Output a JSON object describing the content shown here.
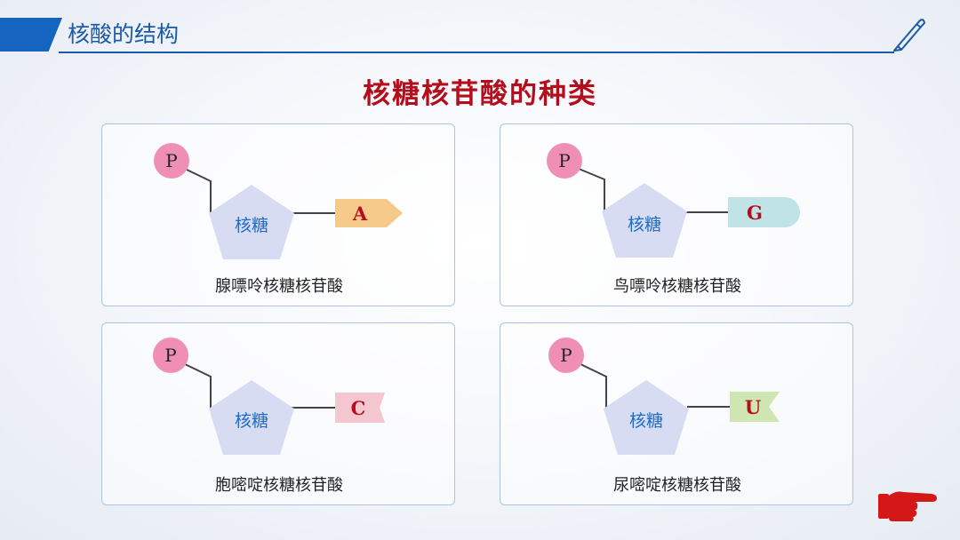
{
  "header": {
    "section_title": "核酸的结构"
  },
  "page_title": "核糖核苷酸的种类",
  "colors": {
    "header_blue": "#1565c0",
    "title_red": "#b40e1c",
    "phosphate_pink": "#ef8fb6",
    "sugar_lavender": "#d8dcf2",
    "base_A": "#f5c98a",
    "base_G": "#bfe3e6",
    "base_C": "#f4c6cf",
    "base_U": "#cfe5b2"
  },
  "cards": [
    {
      "phosphate": "P",
      "sugar": "核糖",
      "base": "A",
      "base_shape": "arrow",
      "name": "腺嘌呤核糖核苷酸"
    },
    {
      "phosphate": "P",
      "sugar": "核糖",
      "base": "G",
      "base_shape": "rounded",
      "name": "鸟嘌呤核糖核苷酸"
    },
    {
      "phosphate": "P",
      "sugar": "核糖",
      "base": "C",
      "base_shape": "notch",
      "name": "胞嘧啶核糖核苷酸"
    },
    {
      "phosphate": "P",
      "sugar": "核糖",
      "base": "U",
      "base_shape": "flag",
      "name": "尿嘧啶核糖核苷酸"
    }
  ]
}
